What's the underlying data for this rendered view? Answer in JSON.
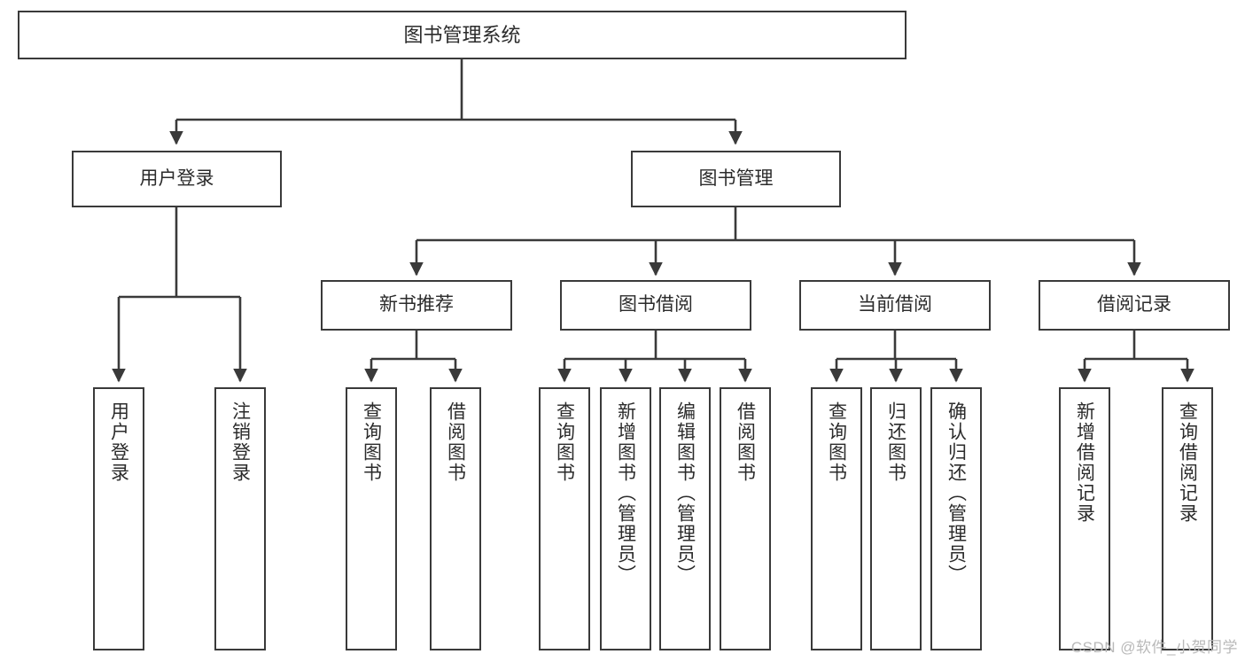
{
  "diagram": {
    "type": "org-chart-tree",
    "title": "图书管理系统",
    "watermark": "CSDN @软件_小贺同学",
    "colors": {
      "background": "#ffffff",
      "node_border": "#3a3a3a",
      "node_fill": "#ffffff",
      "edge": "#3a3a3a",
      "text": "#2b2b2b",
      "watermark": "#b9b9b9"
    },
    "nodes": {
      "root": {
        "label": "图书管理系统"
      },
      "level1": [
        {
          "label": "用户登录"
        },
        {
          "label": "图书管理"
        }
      ],
      "level2": [
        {
          "label": "新书推荐"
        },
        {
          "label": "图书借阅"
        },
        {
          "label": "当前借阅"
        },
        {
          "label": "借阅记录"
        }
      ],
      "leaves": {
        "user_login": [
          {
            "label": "用户登录"
          },
          {
            "label": "注销登录"
          }
        ],
        "new_book_recommend": [
          {
            "label": "查询图书"
          },
          {
            "label": "借阅图书"
          }
        ],
        "book_borrow": [
          {
            "label": "查询图书"
          },
          {
            "label": "新增图书（管理员）"
          },
          {
            "label": "编辑图书（管理员）"
          },
          {
            "label": "借阅图书"
          }
        ],
        "current_borrow": [
          {
            "label": "查询图书"
          },
          {
            "label": "归还图书"
          },
          {
            "label": "确认归还（管理员）"
          }
        ],
        "borrow_record": [
          {
            "label": "新增借阅记录"
          },
          {
            "label": "查询借阅记录"
          }
        ]
      }
    }
  }
}
